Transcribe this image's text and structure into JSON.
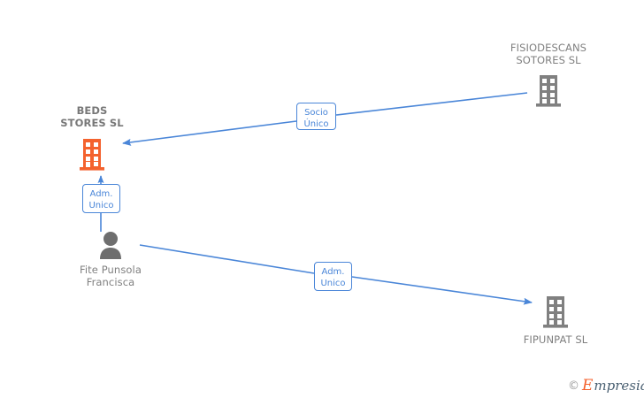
{
  "diagram": {
    "title_visible": false,
    "background_color": "#ffffff",
    "edge_color": "#4a86d8",
    "company_color": "#808080",
    "highlight_company_color": "#f4622e",
    "person_color": "#6e6e6e",
    "label_text_color": "#4a86d8",
    "nodes": [
      {
        "id": "fisiodescans",
        "kind": "company",
        "icon": "building-icon",
        "label": "FISIODESCANS\nSOTORES  SL",
        "bold": false,
        "color": "#808080"
      },
      {
        "id": "beds",
        "kind": "company",
        "icon": "building-icon",
        "label": "BEDS\nSTORES SL",
        "bold": true,
        "color": "#f4622e"
      },
      {
        "id": "person",
        "kind": "person",
        "icon": "person-icon",
        "label": "Fite Punsola\nFrancisca",
        "bold": false,
        "color": "#6e6e6e"
      },
      {
        "id": "fipunpat",
        "kind": "company",
        "icon": "building-icon",
        "label": "FIPUNPAT SL",
        "bold": false,
        "color": "#808080"
      }
    ],
    "edges": [
      {
        "id": "socio-unico",
        "from": "fisiodescans",
        "to": "beds",
        "label": "Socio\nÚnico"
      },
      {
        "id": "adm-unico-beds",
        "from": "person",
        "to": "beds",
        "label": "Adm.\nUnico"
      },
      {
        "id": "adm-unico-fipunpat",
        "from": "person",
        "to": "fipunpat",
        "label": "Adm.\nUnico"
      }
    ]
  },
  "watermark": {
    "copyright": "©",
    "brand_initial": "E",
    "brand_rest": "mpresia"
  }
}
